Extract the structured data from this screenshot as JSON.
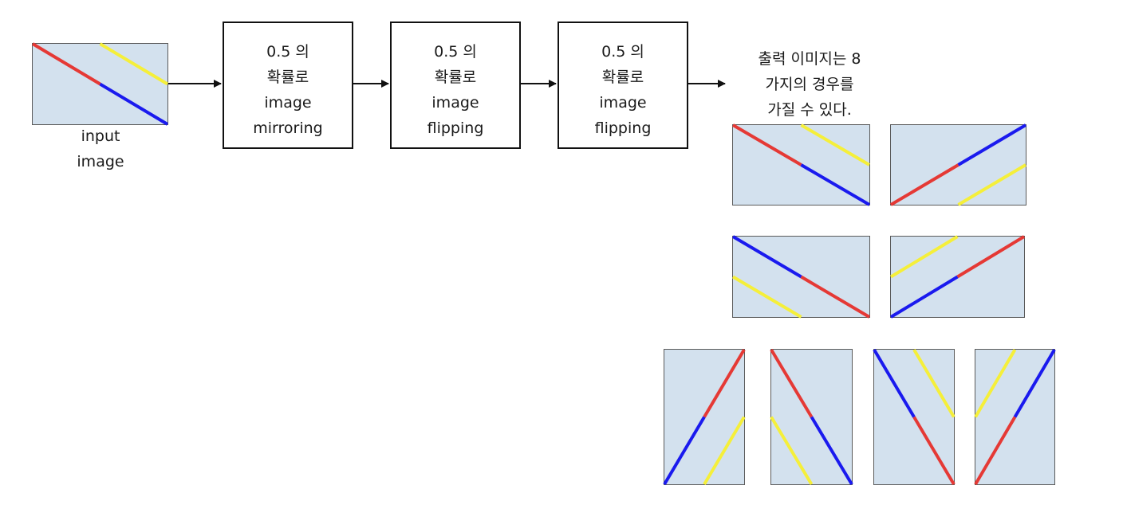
{
  "colors": {
    "image_fill": "#d3e1ee",
    "red_line": "#e53935",
    "blue_line": "#1a1aee",
    "yellow_line": "#f5ef3a"
  },
  "input": {
    "caption_line1": "input",
    "caption_line2": "image"
  },
  "steps": [
    {
      "line1": "0.5 의",
      "line2": "확률로",
      "line3": "image",
      "line4": "mirroring"
    },
    {
      "line1": "0.5 의",
      "line2": "확률로",
      "line3": "image",
      "line4": "flipping"
    },
    {
      "line1": "0.5 의",
      "line2": "확률로",
      "line3": "image",
      "line4": "flipping"
    }
  ],
  "output": {
    "caption_line1": "출력 이미지는 8",
    "caption_line2": "가지의 경우를",
    "caption_line3": "가질 수 있다."
  }
}
